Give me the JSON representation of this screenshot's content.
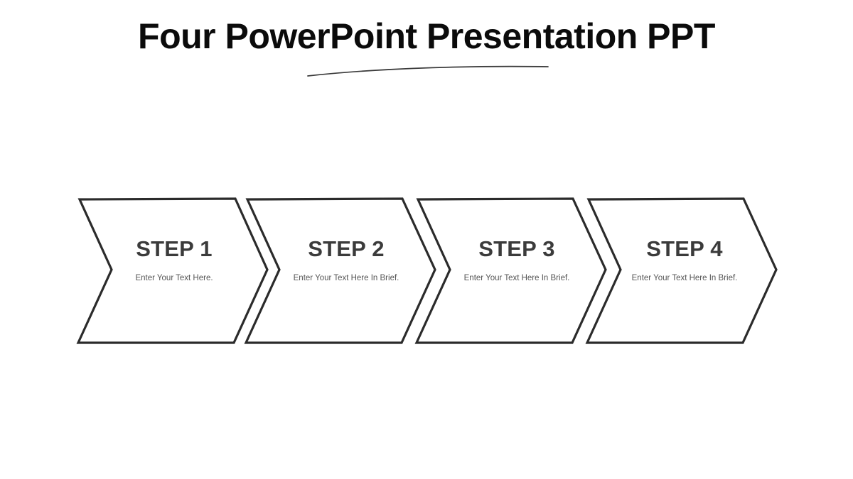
{
  "slide": {
    "title": "Four PowerPoint Presentation PPT",
    "background_color": "#ffffff",
    "title_color": "#0b0b0b",
    "accent_line_color": "#3a3a3a",
    "shape_stroke_color": "#2b2b2b",
    "shape_fill_color": "#ffffff",
    "step_title_color": "#3b3b3b",
    "step_caption_color": "#555555"
  },
  "steps": [
    {
      "title": "STEP 1",
      "caption": "Enter Your Text Here."
    },
    {
      "title": "STEP 2",
      "caption": "Enter Your Text Here In Brief."
    },
    {
      "title": "STEP 3",
      "caption": "Enter Your Text Here In Brief."
    },
    {
      "title": "STEP 4",
      "caption": "Enter Your Text Here In Brief."
    }
  ]
}
